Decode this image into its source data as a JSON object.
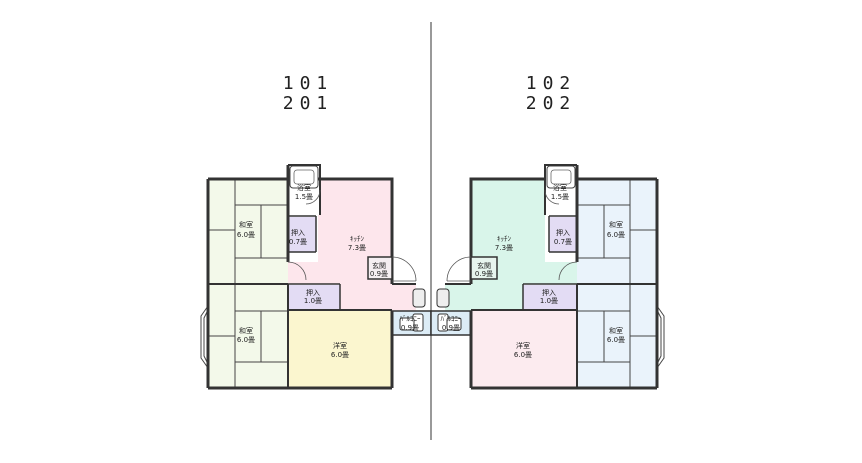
{
  "units": {
    "left_top": "101",
    "left_bottom": "201",
    "right_top": "102",
    "right_bottom": "202"
  },
  "rooms": {
    "left": {
      "bath": {
        "name": "浴室",
        "size": "1.5畳"
      },
      "washitsu_top": {
        "name": "和室",
        "size": "6.0畳"
      },
      "oshiire_small": {
        "name": "押入",
        "size": "0.7畳"
      },
      "kitchen": {
        "name": "ｷｯﾁﾝ",
        "size": "7.3畳"
      },
      "genkan": {
        "name": "玄関",
        "size": "0.9畳"
      },
      "oshiire_large": {
        "name": "押入",
        "size": "1.0畳"
      },
      "washitsu_bottom": {
        "name": "和室",
        "size": "6.0畳"
      },
      "youshitsu": {
        "name": "洋室",
        "size": "6.0畳"
      },
      "balcony": {
        "name": "ﾊﾞﾙｺﾆｰ",
        "size": "0.9畳"
      }
    },
    "right": {
      "bath": {
        "name": "浴室",
        "size": "1.5畳"
      },
      "washitsu_top": {
        "name": "和室",
        "size": "6.0畳"
      },
      "oshiire_small": {
        "name": "押入",
        "size": "0.7畳"
      },
      "kitchen": {
        "name": "ｷｯﾁﾝ",
        "size": "7.3畳"
      },
      "genkan": {
        "name": "玄関",
        "size": "0.9畳"
      },
      "oshiire_large": {
        "name": "押入",
        "size": "1.0畳"
      },
      "washitsu_bottom": {
        "name": "和室",
        "size": "6.0畳"
      },
      "youshitsu": {
        "name": "洋室",
        "size": "6.0畳"
      },
      "balcony": {
        "name": "ﾊﾞﾙｺﾆｰ",
        "size": "0.9畳"
      }
    }
  },
  "colors": {
    "washitsu_left": "#f3f9ea",
    "kitchen_left": "#fde6ec",
    "youshitsu_left": "#fbf6cf",
    "oshiire": "#e3dcf4",
    "kitchen_right": "#d9f5ea",
    "washitsu_right": "#eaf3fb",
    "youshitsu_right": "#fcebef",
    "balcony": "#dcecf6",
    "wall": "#333333"
  }
}
